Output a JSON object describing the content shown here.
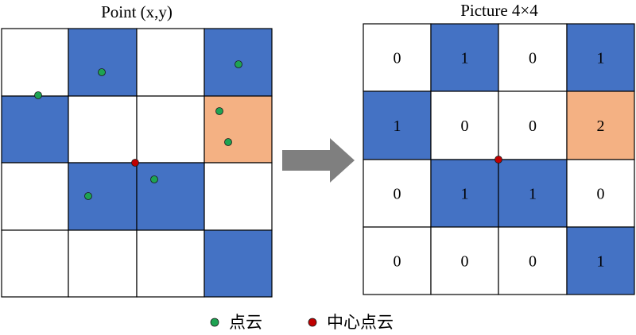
{
  "colors": {
    "blue": "#4472C4",
    "orange": "#F4B183",
    "white": "#FFFFFF",
    "grid_line": "#000000",
    "point_green": "#1EA352",
    "point_red": "#C00000",
    "arrow": "#7F7F7F"
  },
  "left_panel": {
    "title": "Point (x,y)",
    "rows": [
      [
        "white",
        "blue",
        "white",
        "blue"
      ],
      [
        "blue",
        "white",
        "white",
        "orange"
      ],
      [
        "white",
        "blue",
        "blue",
        "white"
      ],
      [
        "white",
        "white",
        "white",
        "blue"
      ]
    ]
  },
  "right_panel": {
    "title": "Picture 4×4",
    "rows": [
      [
        {
          "v": "0",
          "c": "white"
        },
        {
          "v": "1",
          "c": "blue"
        },
        {
          "v": "0",
          "c": "white"
        },
        {
          "v": "1",
          "c": "blue"
        }
      ],
      [
        {
          "v": "1",
          "c": "blue"
        },
        {
          "v": "0",
          "c": "white"
        },
        {
          "v": "0",
          "c": "white"
        },
        {
          "v": "2",
          "c": "orange"
        }
      ],
      [
        {
          "v": "0",
          "c": "white"
        },
        {
          "v": "1",
          "c": "blue"
        },
        {
          "v": "1",
          "c": "blue"
        },
        {
          "v": "0",
          "c": "white"
        }
      ],
      [
        {
          "v": "0",
          "c": "white"
        },
        {
          "v": "0",
          "c": "white"
        },
        {
          "v": "0",
          "c": "white"
        },
        {
          "v": "1",
          "c": "blue"
        }
      ]
    ]
  },
  "arrow_icon": "right-arrow-icon",
  "legend": {
    "point_cloud_label": "点云",
    "center_point_label": "中心点云"
  }
}
